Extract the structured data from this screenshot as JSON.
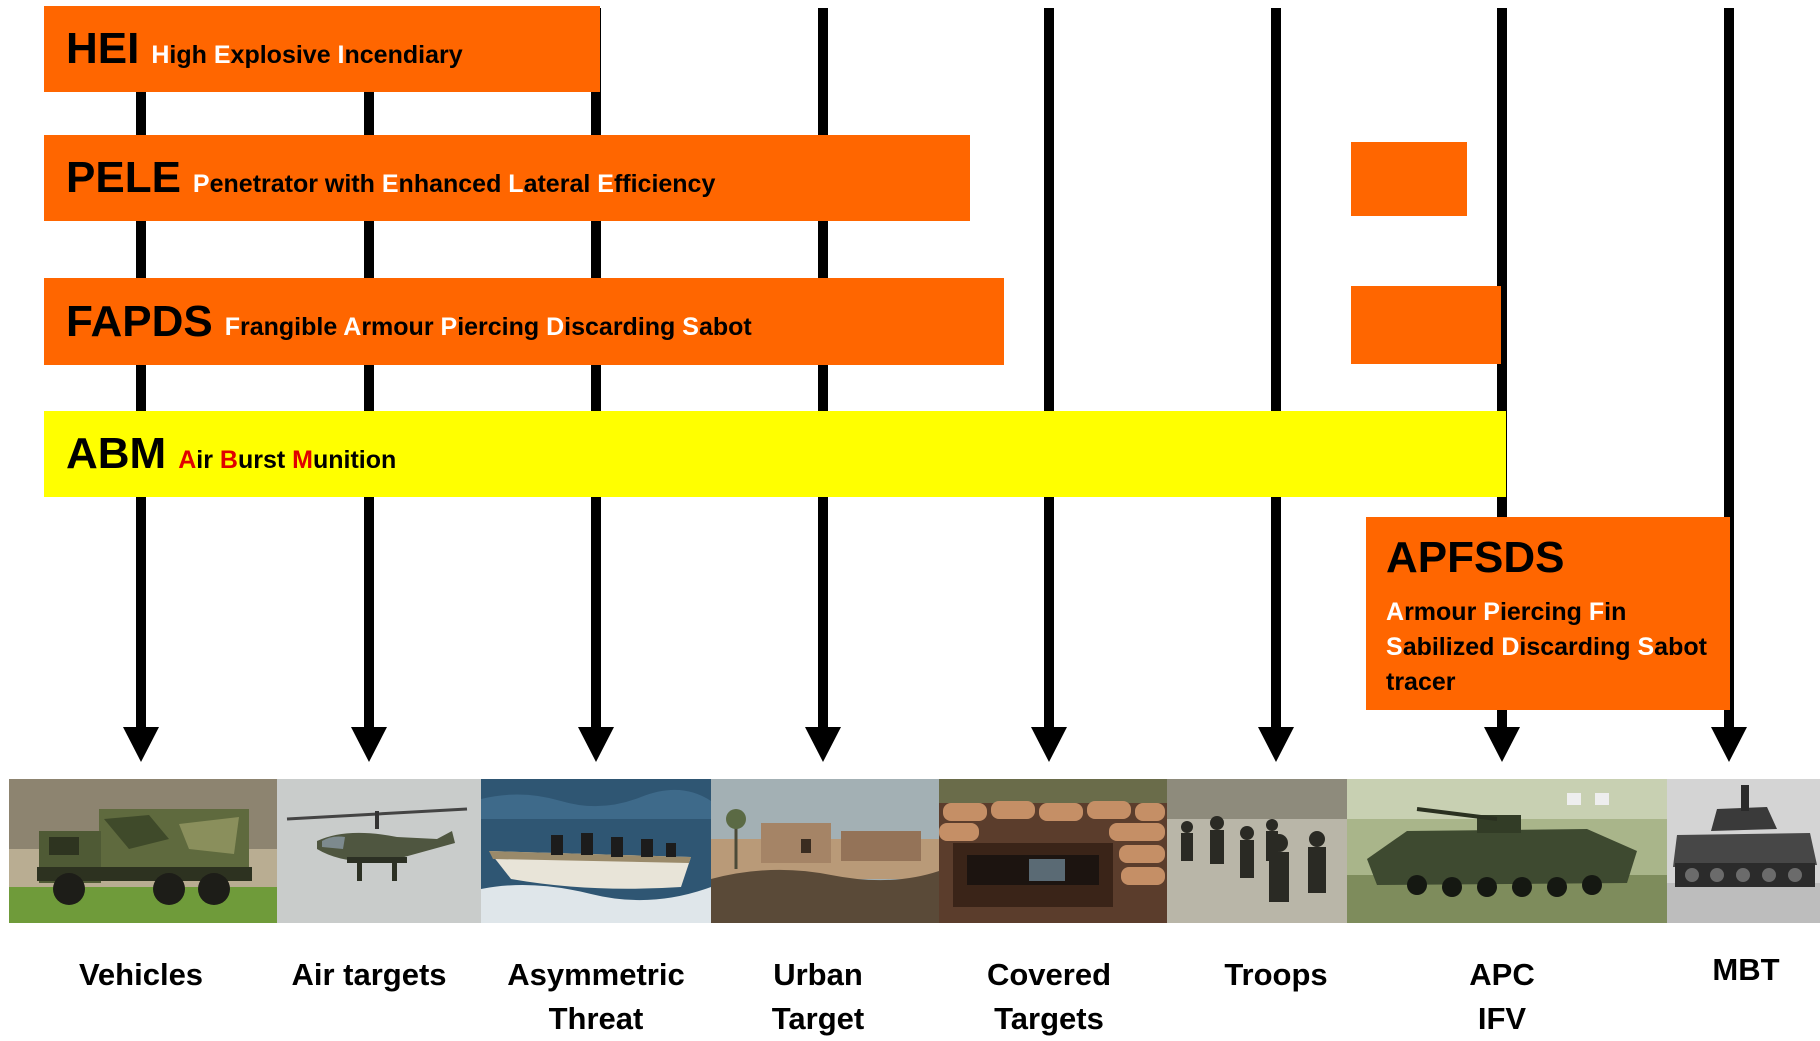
{
  "munitions": {
    "hei": {
      "abbr": "HEI",
      "parts": [
        {
          "i": "H",
          "r": "igh "
        },
        {
          "i": "E",
          "r": "xplosive "
        },
        {
          "i": "I",
          "r": "ncendiary"
        }
      ]
    },
    "pele": {
      "abbr": "PELE",
      "parts": [
        {
          "i": "P",
          "r": "enetrator with "
        },
        {
          "i": "E",
          "r": "nhanced "
        },
        {
          "i": "L",
          "r": "ateral "
        },
        {
          "i": "E",
          "r": "fficiency"
        }
      ]
    },
    "fapds": {
      "abbr": "FAPDS",
      "parts": [
        {
          "i": "F",
          "r": "rangible "
        },
        {
          "i": "A",
          "r": "rmour "
        },
        {
          "i": "P",
          "r": "iercing "
        },
        {
          "i": "D",
          "r": "iscarding "
        },
        {
          "i": "S",
          "r": "abot"
        }
      ]
    },
    "abm": {
      "abbr": "ABM",
      "parts": [
        {
          "i": "A",
          "r": "ir "
        },
        {
          "i": "B",
          "r": "urst "
        },
        {
          "i": "M",
          "r": "unition"
        }
      ]
    },
    "apfsds": {
      "abbr": "APFSDS",
      "line1": [
        {
          "i": "A",
          "r": "rmour "
        },
        {
          "i": "P",
          "r": "iercing "
        },
        {
          "i": "F",
          "r": "in"
        }
      ],
      "line2": [
        {
          "i": "S",
          "r": "abilized "
        },
        {
          "i": "D",
          "r": "iscarding "
        },
        {
          "i": "S",
          "r": "abot"
        }
      ],
      "line3": "tracer"
    }
  },
  "targets": [
    {
      "line1": "Vehicles",
      "line2": ""
    },
    {
      "line1": "Air targets",
      "line2": ""
    },
    {
      "line1": "Asymmetric",
      "line2": "Threat"
    },
    {
      "line1": "Urban",
      "line2": "Target"
    },
    {
      "line1": "Covered",
      "line2": "Targets"
    },
    {
      "line1": "Troops",
      "line2": ""
    },
    {
      "line1": "APC",
      "line2": "IFV"
    },
    {
      "line1": "MBT",
      "line2": ""
    }
  ],
  "colors": {
    "bar": "#ff6600",
    "abm_bar": "#ffff00",
    "arrow": "#000000",
    "initial_orange": "#ffffff",
    "initial_yellow": "#e00000"
  },
  "images": [
    {
      "icon": "military-truck-image"
    },
    {
      "icon": "attack-helicopter-image"
    },
    {
      "icon": "speedboat-image"
    },
    {
      "icon": "urban-building-image"
    },
    {
      "icon": "sandbag-bunker-image"
    },
    {
      "icon": "soldiers-image"
    },
    {
      "icon": "ifv-image"
    },
    {
      "icon": "main-battle-tank-image"
    }
  ]
}
